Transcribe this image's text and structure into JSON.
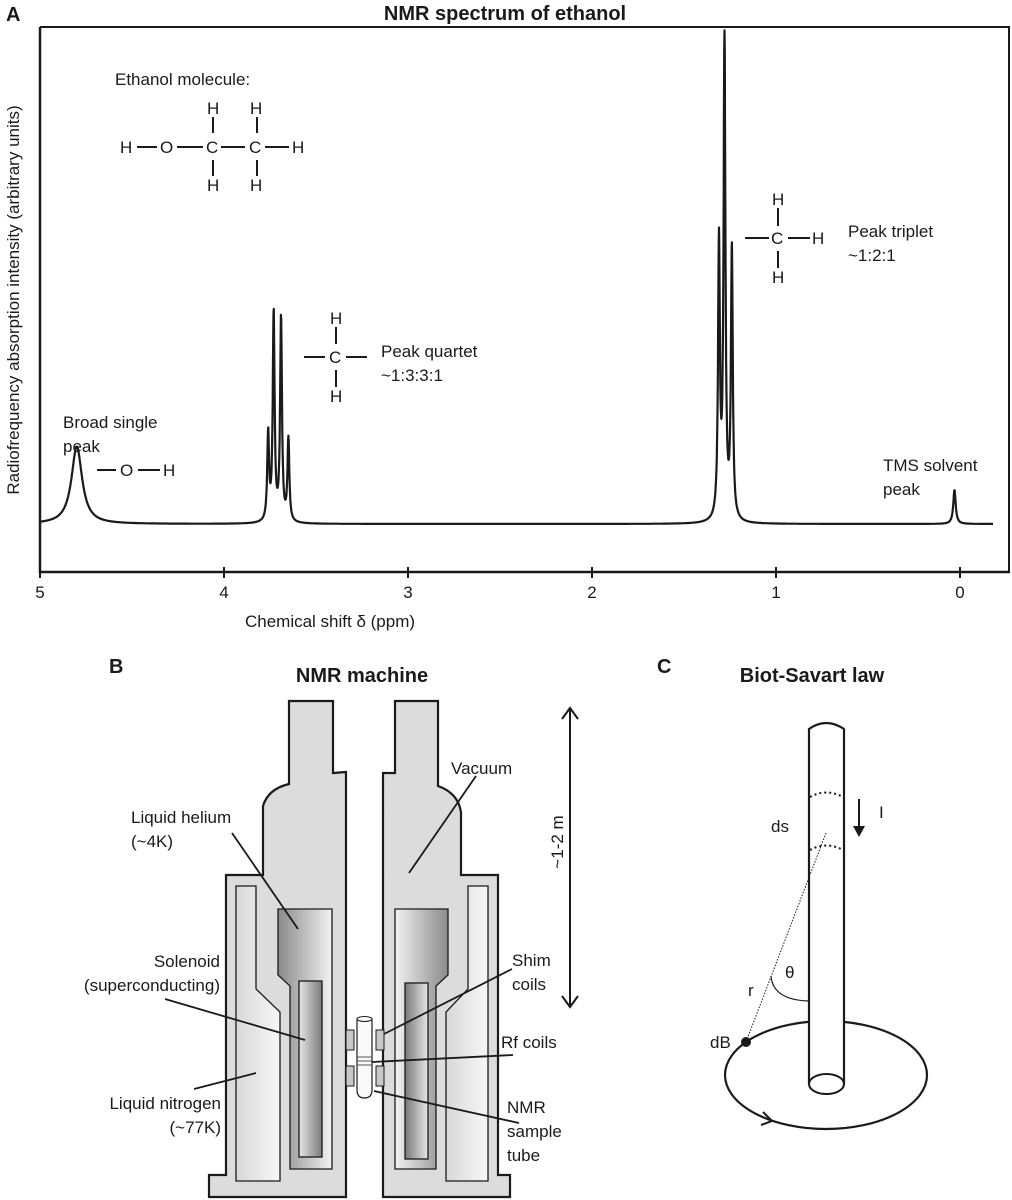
{
  "panels": {
    "a": {
      "letter": "A",
      "title": "NMR spectrum of ethanol"
    },
    "b": {
      "letter": "B",
      "title": "NMR machine"
    },
    "c": {
      "letter": "C",
      "title": "Biot-Savart law"
    }
  },
  "chart_data": {
    "type": "line",
    "title": "NMR spectrum of ethanol",
    "xlabel": "Chemical shift δ (ppm)",
    "ylabel": "Radiofrequency absorption intensity (arbitrary units)",
    "xlim": [
      5,
      -0.2
    ],
    "x_reversed": true,
    "ylim": [
      0,
      1
    ],
    "x_ticks": [
      5,
      4,
      3,
      2,
      1,
      0
    ],
    "x_tick_labels": [
      "5",
      "4",
      "3",
      "2",
      "1",
      "0"
    ],
    "grid": false,
    "legend": "none",
    "peaks": [
      {
        "name": "OH singlet",
        "shift": 4.8,
        "height": 0.16,
        "multiplicity": "singlet",
        "width": "broad"
      },
      {
        "name": "CH2 quartet",
        "shift": 3.7,
        "lines": [
          3.76,
          3.73,
          3.69,
          3.65
        ],
        "heights": [
          0.18,
          0.43,
          0.42,
          0.17
        ],
        "multiplicity": "quartet"
      },
      {
        "name": "CH3 triplet",
        "shift": 1.27,
        "lines": [
          1.31,
          1.28,
          1.24
        ],
        "heights": [
          0.57,
          1.0,
          0.56
        ],
        "multiplicity": "triplet"
      },
      {
        "name": "TMS",
        "shift": 0.03,
        "height": 0.07,
        "multiplicity": "singlet"
      }
    ],
    "annotations": [
      {
        "text": "Ethanol molecule:"
      },
      {
        "text": "Broad single peak",
        "fragment": "—O—H"
      },
      {
        "text": "Peak quartet ~1:3:3:1",
        "fragment": "CH2"
      },
      {
        "text": "Peak triplet ~1:2:1",
        "fragment": "CH3"
      },
      {
        "text": "TMS solvent peak"
      }
    ]
  },
  "spectrum": {
    "molecule_label": "Ethanol molecule:",
    "oh_label_1": "Broad single",
    "oh_label_2": "peak",
    "quartet_label_1": "Peak quartet",
    "quartet_label_2": "~1:3:3:1",
    "triplet_label_1": "Peak triplet",
    "triplet_label_2": "~1:2:1",
    "tms_label_1": "TMS solvent",
    "tms_label_2": "peak",
    "atoms": {
      "H": "H",
      "O": "O",
      "C": "C"
    }
  },
  "machine": {
    "liquid_helium_1": "Liquid helium",
    "liquid_helium_2": "(~4K)",
    "solenoid_1": "Solenoid",
    "solenoid_2": "(superconducting)",
    "liquid_nitrogen_1": "Liquid nitrogen",
    "liquid_nitrogen_2": "(~77K)",
    "vacuum": "Vacuum",
    "shim_1": "Shim",
    "shim_2": "coils",
    "rf": "Rf coils",
    "tube_1": "NMR",
    "tube_2": "sample",
    "tube_3": "tube",
    "height": "~1-2 m"
  },
  "biot": {
    "ds": "ds",
    "current": "I",
    "theta": "θ",
    "r": "r",
    "dB": "dB"
  }
}
